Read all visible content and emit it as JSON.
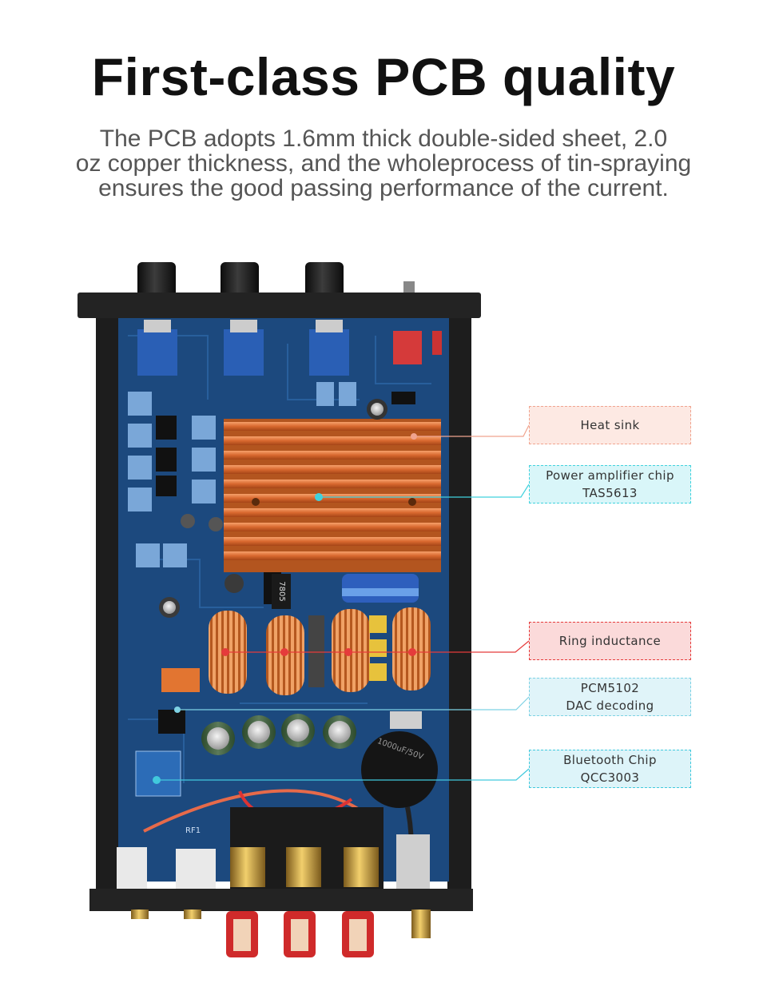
{
  "headline": "First-class PCB quality",
  "description": [
    "The PCB adopts 1.6mm thick double-sided sheet, 2.0",
    "oz copper thickness, and the wholeprocess of tin-spraying",
    "ensures the good passing performance of the current."
  ],
  "callouts": [
    {
      "lines": [
        "Heat sink"
      ],
      "color": "#f0a48f"
    },
    {
      "lines": [
        "Power amplifier chip",
        "TAS5613"
      ],
      "color": "#41d2dd"
    },
    {
      "lines": [
        "Ring inductance"
      ],
      "color": "#e53b3b"
    },
    {
      "lines": [
        "PCM5102",
        "DAC decoding"
      ],
      "color": "#7ed2e4"
    },
    {
      "lines": [
        "Bluetooth Chip",
        "QCC3003"
      ],
      "color": "#41c9dd"
    }
  ],
  "board_markings": {
    "regulator": "7805",
    "capacitor_big": "1000uF/50V",
    "antenna": "RF1"
  }
}
